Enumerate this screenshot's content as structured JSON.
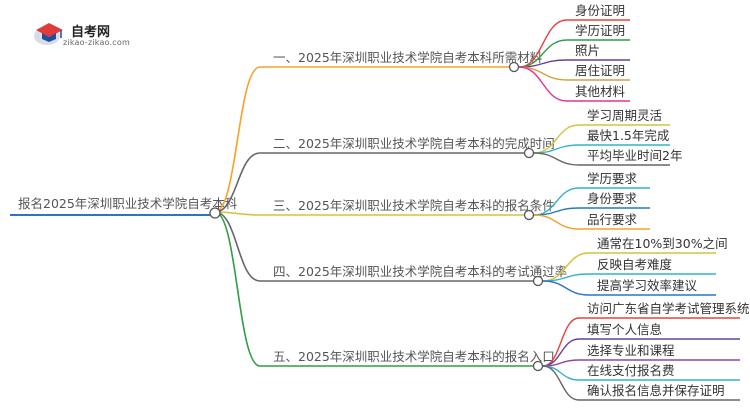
{
  "logo": {
    "title": "自考网",
    "url": "zikao-zikao.com"
  },
  "root": {
    "label": "报名2025年深圳职业技术学院自考本科",
    "color": "#2a74c9"
  },
  "branches": [
    {
      "label": "一、2025年深圳职业技术学院自考本科所需材料",
      "color": "#f5a22a",
      "children": [
        {
          "label": "身份证明",
          "color": "#e8423f"
        },
        {
          "label": "学历证明",
          "color": "#2f9e44"
        },
        {
          "label": "照片",
          "color": "#6a3ea1"
        },
        {
          "label": "居住证明",
          "color": "#d1a33d"
        },
        {
          "label": "其他材料",
          "color": "#e3368c"
        }
      ]
    },
    {
      "label": "二、2025年深圳职业技术学院自考本科的完成时间",
      "color": "#666666",
      "children": [
        {
          "label": "学习周期灵活",
          "color": "#d6c23a"
        },
        {
          "label": "最快1.5年完成",
          "color": "#32b3c9"
        },
        {
          "label": "平均毕业时间2年",
          "color": "#666666"
        }
      ]
    },
    {
      "label": "三、2025年深圳职业技术学院自考本科的报名条件",
      "color": "#d6c23a",
      "children": [
        {
          "label": "学历要求",
          "color": "#32b3c9"
        },
        {
          "label": "身份要求",
          "color": "#2a74c9"
        },
        {
          "label": "品行要求",
          "color": "#f5a22a"
        }
      ]
    },
    {
      "label": "四、2025年深圳职业技术学院自考本科的考试通过率",
      "color": "#666666",
      "children": [
        {
          "label": "通常在10%到30%之间",
          "color": "#d6c23a"
        },
        {
          "label": "反映自考难度",
          "color": "#32b3c9"
        },
        {
          "label": "提高学习效率建议",
          "color": "#2a74c9"
        }
      ]
    },
    {
      "label": "五、2025年深圳职业技术学院自考本科的报名入口",
      "color": "#2f9e44",
      "children": [
        {
          "label": "访问广东省自学考试管理系统",
          "color": "#e8423f"
        },
        {
          "label": "填写个人信息",
          "color": "#6a3ea1"
        },
        {
          "label": "选择专业和课程",
          "color": "#8e44ad"
        },
        {
          "label": "在线支付报名费",
          "color": "#32b3c9"
        },
        {
          "label": "确认报名信息并保存证明",
          "color": "#666666"
        }
      ]
    }
  ]
}
